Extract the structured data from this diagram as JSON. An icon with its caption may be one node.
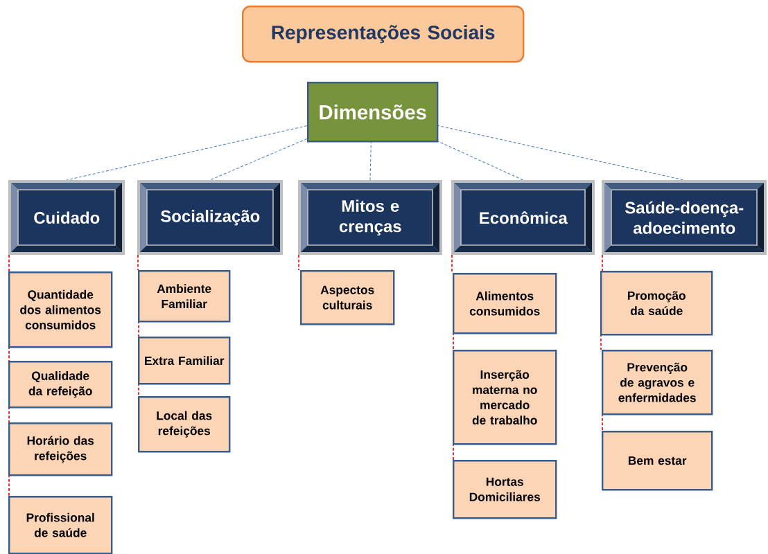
{
  "diagram": {
    "nodes": [
      {
        "text": [
          "Representações Sociais"
        ]
      },
      {
        "text": [
          "Dimensões"
        ]
      },
      {
        "text": [
          "Cuidado"
        ]
      },
      {
        "text": [
          "Socialização"
        ]
      },
      {
        "text": [
          "Mitos e crenças"
        ]
      },
      {
        "text": [
          "Econômica"
        ]
      },
      {
        "text": [
          "Saúde-doença-adoecimento"
        ]
      },
      {
        "text": [
          "Quantidade dos alimentos consumidos"
        ]
      },
      {
        "text": [
          "Qualidade da refeição"
        ]
      },
      {
        "text": [
          "Horário das refeições"
        ]
      },
      {
        "text": [
          "Profissional de saúde"
        ]
      },
      {
        "text": [
          "Ambiente Familiar"
        ]
      },
      {
        "text": [
          "Extra Familiar"
        ]
      },
      {
        "text": [
          "Local das refeições"
        ]
      },
      {
        "text": [
          "Aspectos culturais"
        ]
      },
      {
        "text": [
          "Alimentos consumidos"
        ]
      },
      {
        "text": [
          "Inserção materna no mercado de trabalho"
        ]
      },
      {
        "text": [
          "Hortas Domiciliares"
        ]
      },
      {
        "text": [
          "Promoção da saúde"
        ]
      },
      {
        "text": [
          "Prevenção de agravos e enfermidades"
        ]
      },
      {
        "text": [
          "Bem estar"
        ]
      }
    ],
    "edges": [
      {
        "from": 1,
        "to": 2,
        "arrow": "none",
        "style": "dashed",
        "color": "#4f81bd"
      },
      {
        "from": 1,
        "to": 3,
        "arrow": "none",
        "style": "dashed",
        "color": "#4f81bd"
      },
      {
        "from": 1,
        "to": 4,
        "arrow": "none",
        "style": "dashed",
        "color": "#4f81bd"
      },
      {
        "from": 1,
        "to": 5,
        "arrow": "none",
        "style": "dashed",
        "color": "#4f81bd"
      },
      {
        "from": 1,
        "to": 6,
        "arrow": "none",
        "style": "dashed",
        "color": "#4f81bd"
      },
      {
        "from": 2,
        "to": 7,
        "arrow": "none",
        "style": "dashed"
      },
      {
        "from": 7,
        "to": 8,
        "arrow": "none",
        "style": "dashed"
      },
      {
        "from": 8,
        "to": 9,
        "arrow": "none",
        "style": "dashed"
      },
      {
        "from": 9,
        "to": 10,
        "arrow": "none",
        "style": "dashed"
      },
      {
        "from": 3,
        "to": 11,
        "arrow": "none",
        "style": "dashed"
      },
      {
        "from": 11,
        "to": 12,
        "arrow": "none",
        "style": "dashed"
      },
      {
        "from": 12,
        "to": 13,
        "arrow": "none",
        "style": "dashed"
      },
      {
        "from": 4,
        "to": 14,
        "arrow": "none",
        "style": "dashed"
      },
      {
        "from": 5,
        "to": 15,
        "arrow": "none",
        "style": "dashed"
      },
      {
        "from": 15,
        "to": 16,
        "arrow": "none",
        "style": "dashed"
      },
      {
        "from": 16,
        "to": 17,
        "arrow": "none",
        "style": "dashed"
      },
      {
        "from": 6,
        "to": 18,
        "arrow": "none",
        "style": "dashed"
      },
      {
        "from": 18,
        "to": 19,
        "arrow": "none",
        "style": "dashed"
      },
      {
        "from": 19,
        "to": 20,
        "arrow": "none",
        "style": "dashed"
      }
    ]
  }
}
